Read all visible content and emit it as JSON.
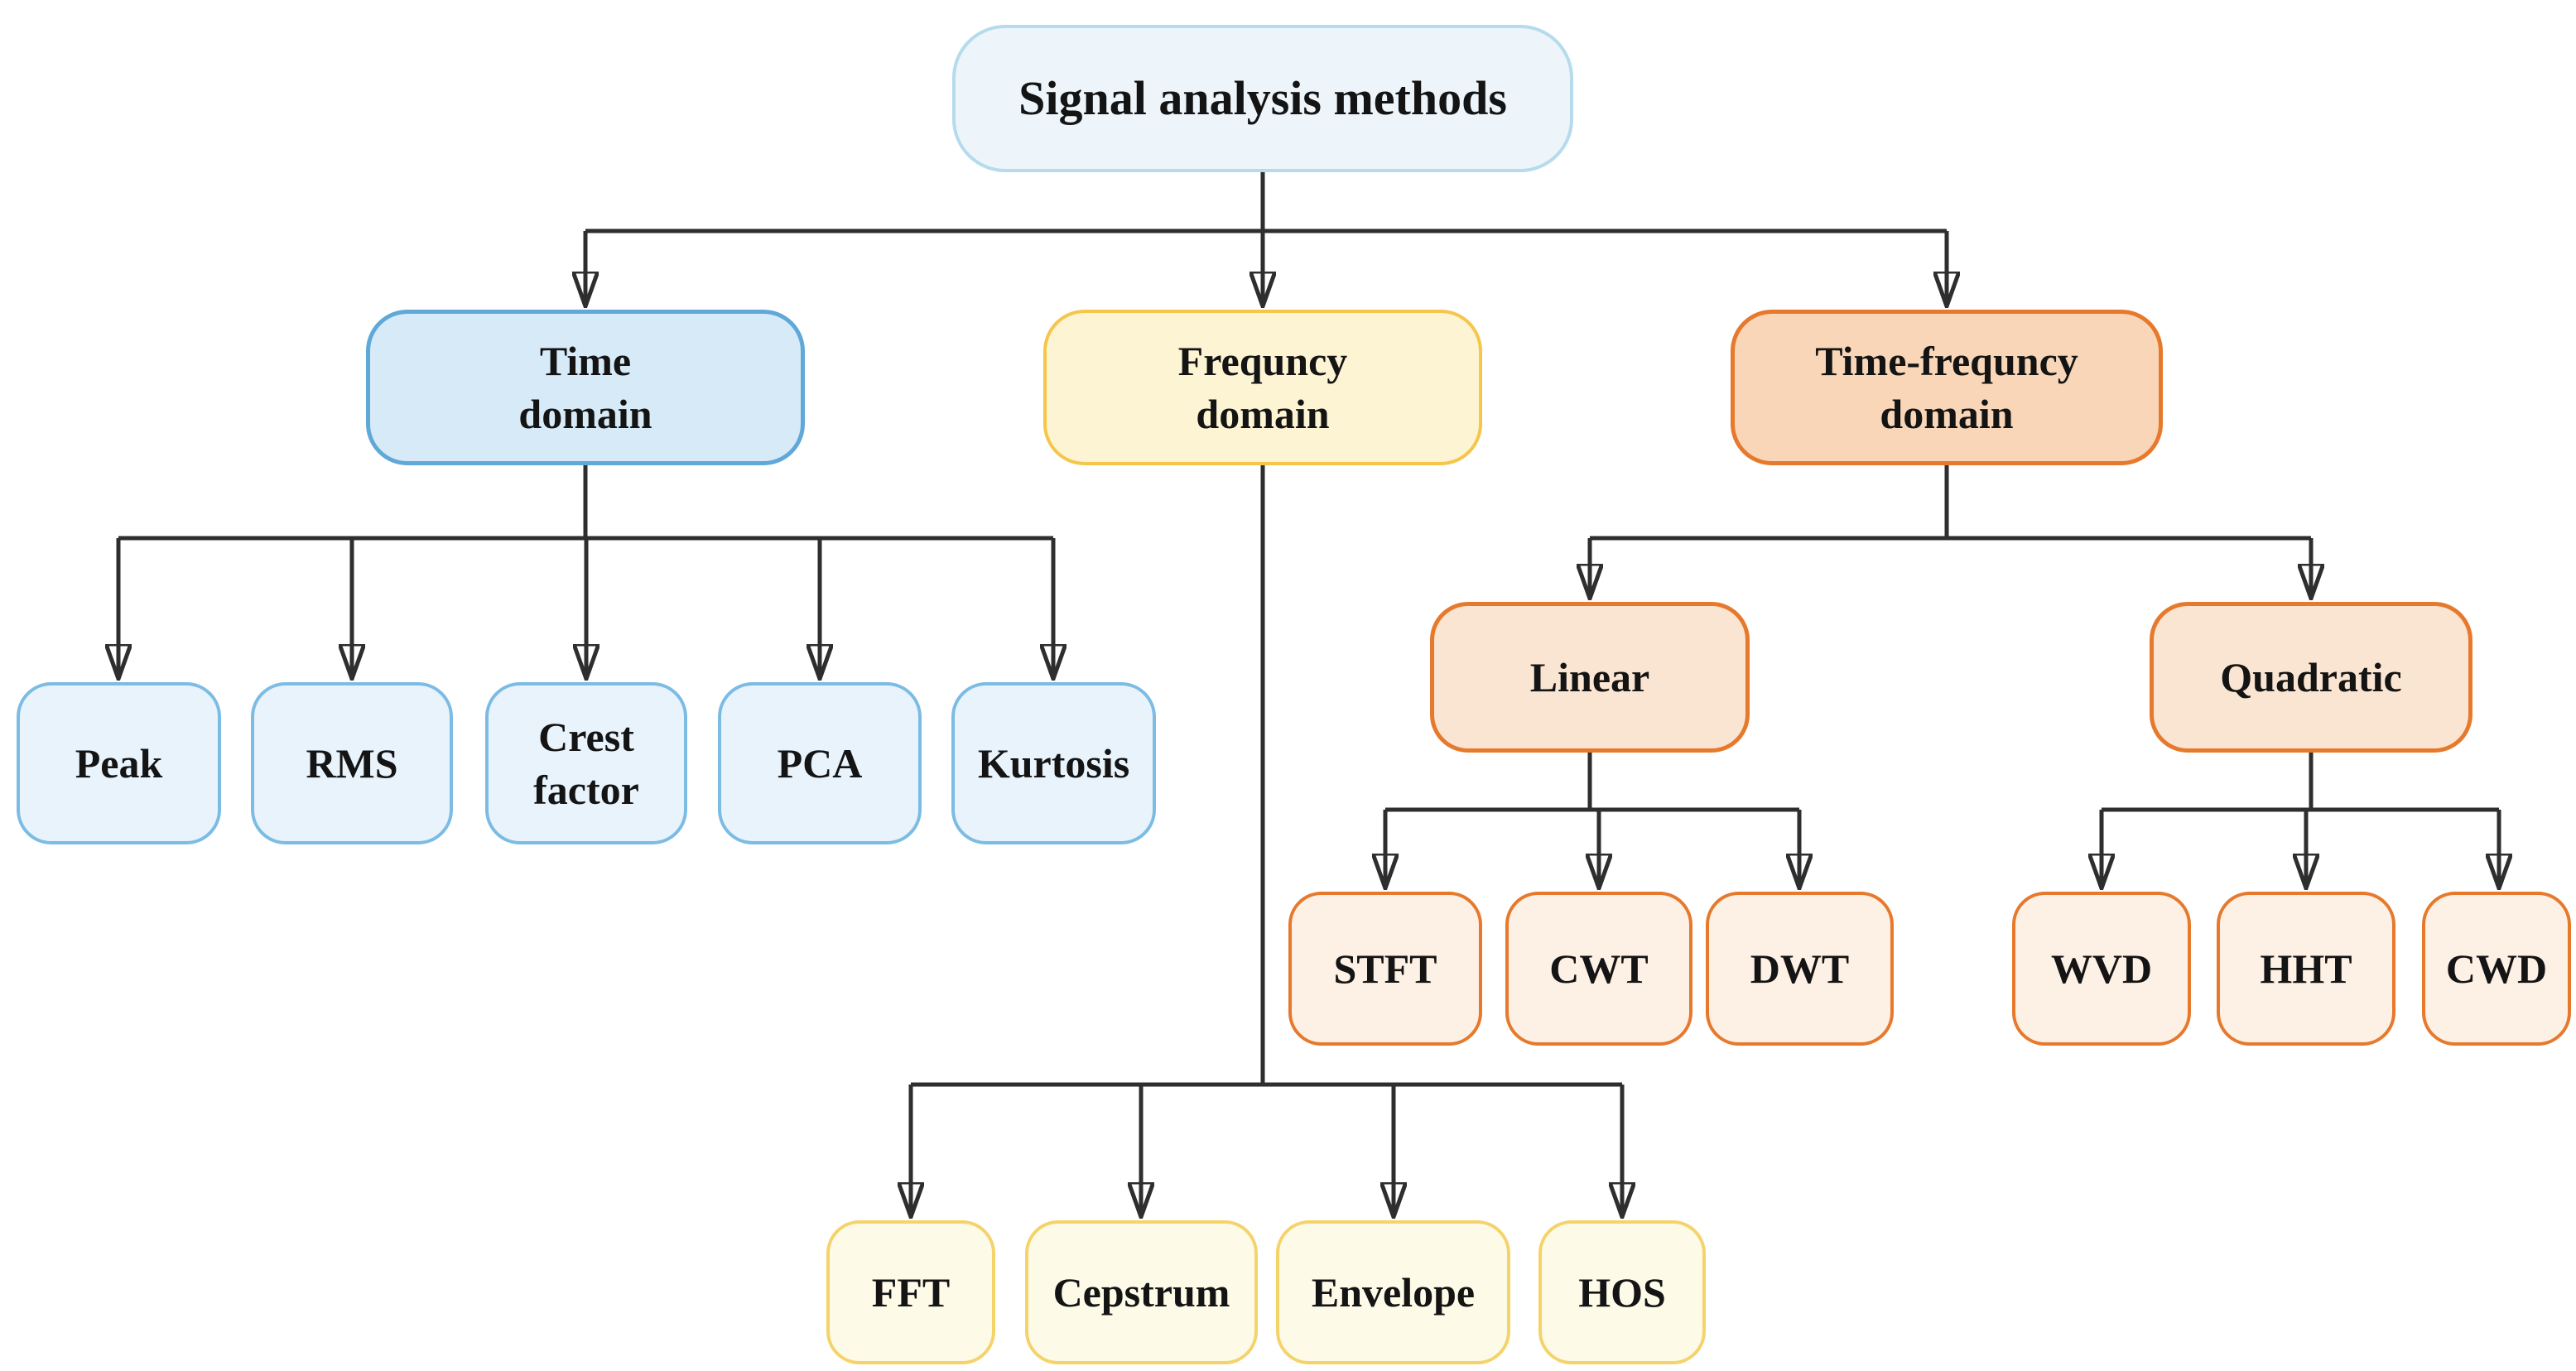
{
  "diagram": {
    "title": "Signal analysis methods",
    "type": "tree-flowchart",
    "palette": {
      "line": "#2e2e2e",
      "root_fill": "#edf5fb",
      "root_border": "#b5dbec",
      "time_domain_fill": "#d7eaf8",
      "time_domain_border": "#5fa8d8",
      "time_leaf_fill": "#e9f3fb",
      "time_leaf_border": "#7cbce4",
      "frequency_fill": "#fdf4d3",
      "frequency_border": "#f5c64a",
      "frequency_leaf_fill": "#fdfae8",
      "frequency_leaf_border": "#f5d36b",
      "time_frequency_fill": "#f8d6b7",
      "time_frequency_border": "#e6792c",
      "time_frequency_mid_fill": "#fae5d2",
      "time_frequency_leaf_fill": "#fdf0e5"
    }
  },
  "nodes": {
    "root": {
      "label": "Signal analysis methods"
    },
    "time_domain": {
      "label": "Time\ndomain"
    },
    "frequency_domain": {
      "label": "Frequncy\ndomain"
    },
    "time_frequency_domain": {
      "label": "Time-frequncy\ndomain"
    },
    "peak": {
      "label": "Peak"
    },
    "rms": {
      "label": "RMS"
    },
    "crest_factor": {
      "label": "Crest\nfactor"
    },
    "pca": {
      "label": "PCA"
    },
    "kurtosis": {
      "label": "Kurtosis"
    },
    "fft": {
      "label": "FFT"
    },
    "cepstrum": {
      "label": "Cepstrum"
    },
    "envelope": {
      "label": "Envelope"
    },
    "hos": {
      "label": "HOS"
    },
    "linear": {
      "label": "Linear"
    },
    "quadratic": {
      "label": "Quadratic"
    },
    "stft": {
      "label": "STFT"
    },
    "cwt": {
      "label": "CWT"
    },
    "dwt": {
      "label": "DWT"
    },
    "wvd": {
      "label": "WVD"
    },
    "hht": {
      "label": "HHT"
    },
    "cwd": {
      "label": "CWD"
    }
  },
  "hierarchy": {
    "root": "Signal analysis methods",
    "children": [
      {
        "label": "Time domain",
        "children": [
          "Peak",
          "RMS",
          "Crest factor",
          "PCA",
          "Kurtosis"
        ]
      },
      {
        "label": "Frequncy domain",
        "children": [
          "FFT",
          "Cepstrum",
          "Envelope",
          "HOS"
        ]
      },
      {
        "label": "Time-frequncy domain",
        "children": [
          {
            "label": "Linear",
            "children": [
              "STFT",
              "CWT",
              "DWT"
            ]
          },
          {
            "label": "Quadratic",
            "children": [
              "WVD",
              "HHT",
              "CWD"
            ]
          }
        ]
      }
    ]
  }
}
